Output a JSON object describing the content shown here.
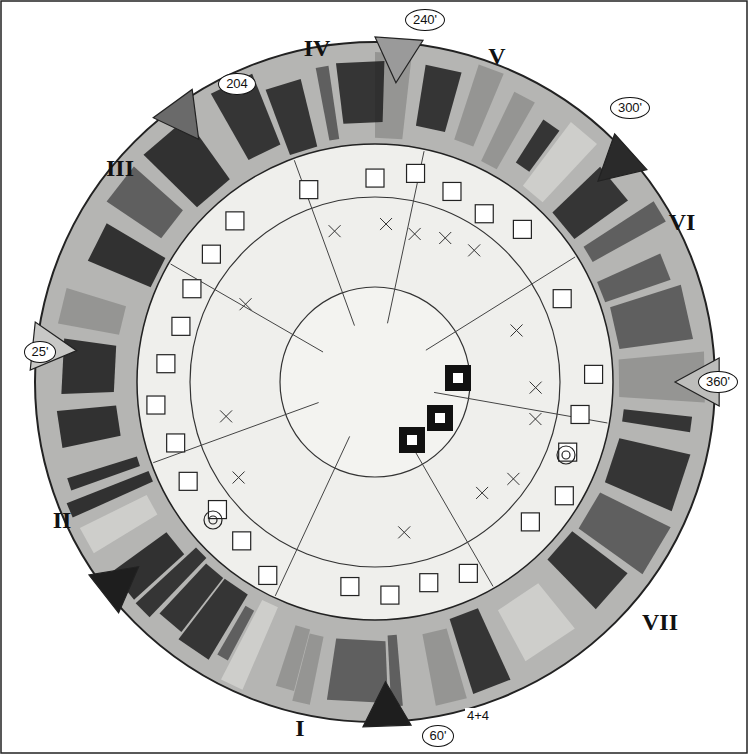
{
  "diagram": {
    "labels": [
      "I",
      "II",
      "III",
      "IV",
      "V",
      "VI",
      "VII",
      "204",
      "240'",
      "300'",
      "360'",
      "25'",
      "60'",
      "4+4"
    ]
  }
}
